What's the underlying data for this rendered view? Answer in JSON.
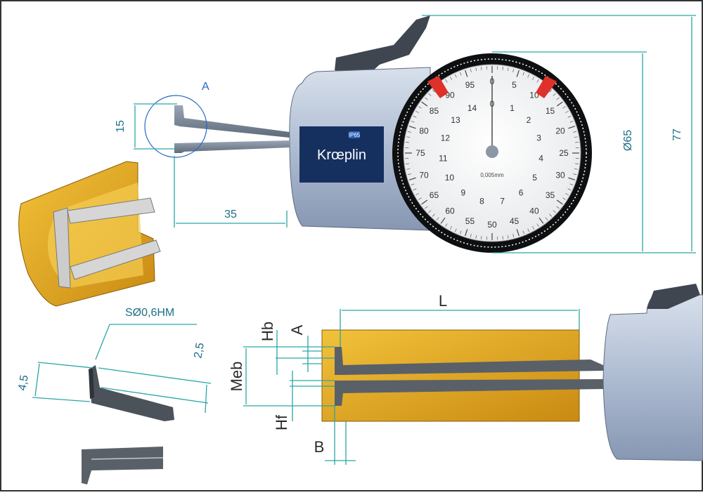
{
  "labels": {
    "detail": "A",
    "tip_height": "15",
    "reach": "35",
    "dial_dia": "Ø65",
    "overall": "77",
    "tip_spec": "SØ0,6HM",
    "tip_len": "4,5",
    "tip_gap": "2,5",
    "length": "L",
    "hb": "Hb",
    "a": "A",
    "meb": "Meb",
    "hf": "Hf",
    "b": "B"
  },
  "brand": {
    "name": "Krœplin",
    "badge": "IP65"
  },
  "dial": {
    "outer": [
      "0",
      "5",
      "10",
      "15",
      "20",
      "25",
      "30",
      "35",
      "40",
      "45",
      "50",
      "55",
      "60",
      "65",
      "70",
      "75",
      "80",
      "85",
      "90",
      "95"
    ],
    "inner": [
      "0",
      "1",
      "2",
      "3",
      "4",
      "5",
      "6",
      "7",
      "8",
      "9",
      "10",
      "11",
      "12",
      "13",
      "14"
    ],
    "resolution": "0,005mm"
  },
  "colors": {
    "dim": "#2aa6a6",
    "gold": "#e2a51f",
    "body": "#b7c4d8",
    "navy": "#15305e",
    "marker": "#e0302a"
  }
}
